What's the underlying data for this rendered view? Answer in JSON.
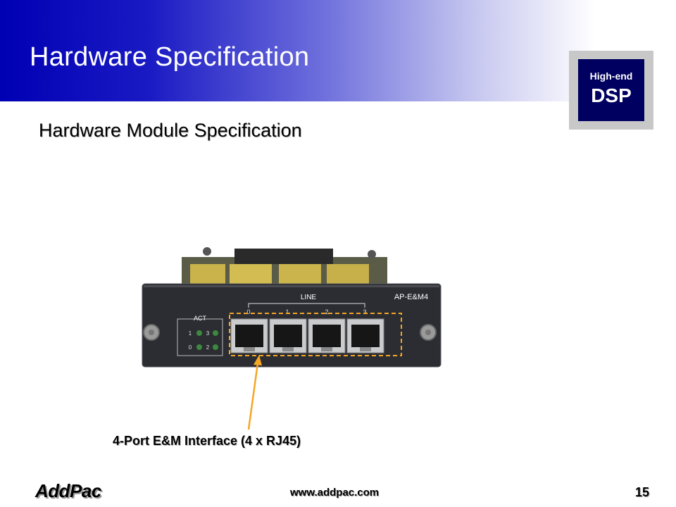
{
  "slide": {
    "title": "Hardware Specification"
  },
  "badge": {
    "line1": "High-end",
    "line2": "DSP"
  },
  "subtitle": "Hardware Module Specification",
  "module": {
    "port_group_label": "LINE",
    "model_label": "AP-E&M4",
    "act_label": "ACT",
    "port_numbers": [
      "0",
      "1",
      "2",
      "3"
    ],
    "led_labels": [
      "1",
      "3",
      "0",
      "2"
    ]
  },
  "callout": {
    "label": "4-Port E&M Interface (4 x RJ45)"
  },
  "footer": {
    "logo": "AddPac",
    "url": "www.addpac.com",
    "page": "15"
  },
  "colors": {
    "header_blue": "#0000b4",
    "badge_bg": "#000060",
    "callout_orange": "#f5a623",
    "faceplate": "#2b2d33"
  }
}
